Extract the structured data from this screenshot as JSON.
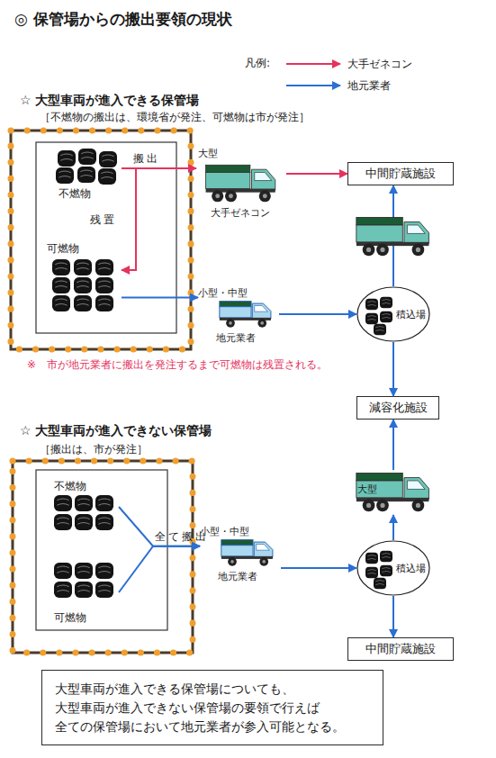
{
  "diagram": {
    "title": "◎ 保管場からの搬出要領の現状",
    "nodes": [
      {
        "text": [
          "☆ 大型車両が進入できる保管場",
          "［不燃物の搬出は、環境省が発注、可燃物は市が発注］"
        ]
      },
      {
        "text": [
          "不燃物"
        ],
        "in": 0
      },
      {
        "text": [
          "可燃物"
        ],
        "in": 0
      },
      {
        "text": [
          "大型",
          "大手ゼネコン"
        ]
      },
      {
        "text": [
          "中間貯蔵施設"
        ]
      },
      {
        "text": [
          "小型・中型",
          "地元業者"
        ]
      },
      {
        "text": [
          "積込場"
        ]
      },
      {
        "text": [
          "減容化施設"
        ]
      },
      {
        "text": [
          "☆ 大型車両が進入できない保管場",
          "［搬出は、市が発注］"
        ]
      },
      {
        "text": [
          "不燃物"
        ],
        "in": 8
      },
      {
        "text": [
          "可燃物"
        ],
        "in": 8
      },
      {
        "text": [
          "小型・中型",
          "地元業者"
        ]
      },
      {
        "text": [
          "大型"
        ]
      },
      {
        "text": [
          "積込場"
        ]
      },
      {
        "text": [
          "中間貯蔵施設"
        ]
      },
      {
        "text": [
          "大型車両が進入できる保管場についても、 大型車両が進入できない保管場の要領で行えば 全ての保管場において地元業者が参入可能となる。"
        ]
      }
    ],
    "edges": [
      {
        "from": 1,
        "to": 3,
        "label": "搬出",
        "arrow": "to"
      },
      {
        "from": 1,
        "to": 2,
        "label": "残置",
        "arrow": "to"
      },
      {
        "from": 3,
        "to": 4,
        "arrow": "to"
      },
      {
        "from": 2,
        "to": 5,
        "arrow": "to"
      },
      {
        "from": 5,
        "to": 6,
        "arrow": "to"
      },
      {
        "from": 6,
        "to": 4,
        "arrow": "to"
      },
      {
        "from": 6,
        "to": 7,
        "arrow": "to"
      },
      {
        "from": 9,
        "to": 11,
        "label": "全て搬出",
        "arrow": "to"
      },
      {
        "from": 10,
        "to": 11,
        "arrow": "to"
      },
      {
        "from": 11,
        "to": 13,
        "arrow": "to"
      },
      {
        "from": 13,
        "to": 12,
        "arrow": "to"
      },
      {
        "from": 12,
        "to": 7,
        "arrow": "to"
      },
      {
        "from": 13,
        "to": 14,
        "arrow": "to"
      }
    ],
    "labels": [
      "凡例:",
      "※　市が地元業者に搬出を発注するまで可燃物は残置される。"
    ],
    "legend": [
      {
        "text": "大手ゼネコン"
      },
      {
        "text": "地元業者"
      }
    ]
  }
}
